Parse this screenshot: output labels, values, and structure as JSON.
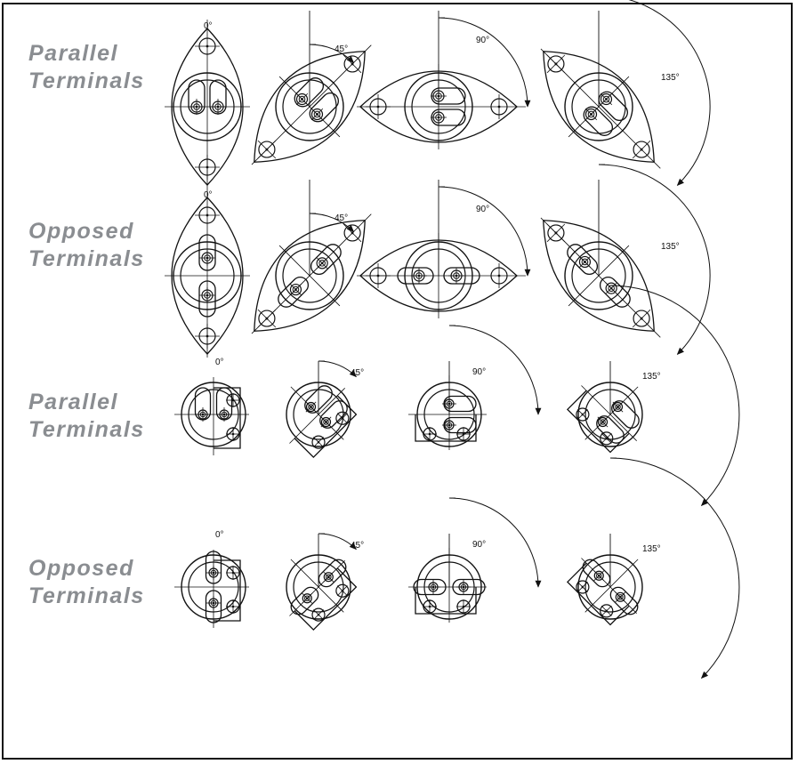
{
  "rows": [
    {
      "line1": "Parallel",
      "line2": "Terminals",
      "type": "round",
      "terminals": "parallel"
    },
    {
      "line1": "Opposed",
      "line2": "Terminals",
      "type": "round",
      "terminals": "opposed"
    },
    {
      "line1": "Parallel",
      "line2": "Terminals",
      "type": "square",
      "terminals": "parallel"
    },
    {
      "line1": "Opposed",
      "line2": "Terminals",
      "type": "square",
      "terminals": "opposed"
    }
  ],
  "angles": [
    "0°",
    "45°",
    "90°",
    "135°"
  ],
  "colors": {
    "label": "#8a8d91",
    "line": "#111111",
    "border": "#111111"
  }
}
